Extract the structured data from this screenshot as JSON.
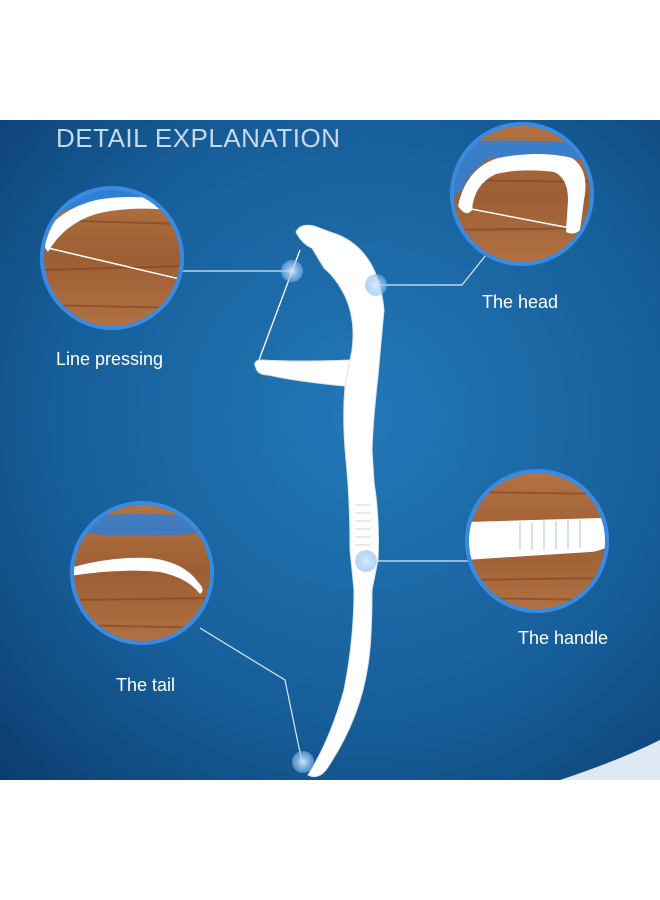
{
  "title": "DETAIL EXPLANATION",
  "labels": {
    "line_pressing": "Line pressing",
    "head": "The head",
    "handle": "The handle",
    "tail": "The tail"
  },
  "colors": {
    "background_light": "#1e6aa6",
    "background_dark": "#0e3f73",
    "wood": "#a86a3c",
    "wood_dark": "#7a4624",
    "pick": "#ffffff",
    "circle_ring": "#2f7fd6"
  }
}
